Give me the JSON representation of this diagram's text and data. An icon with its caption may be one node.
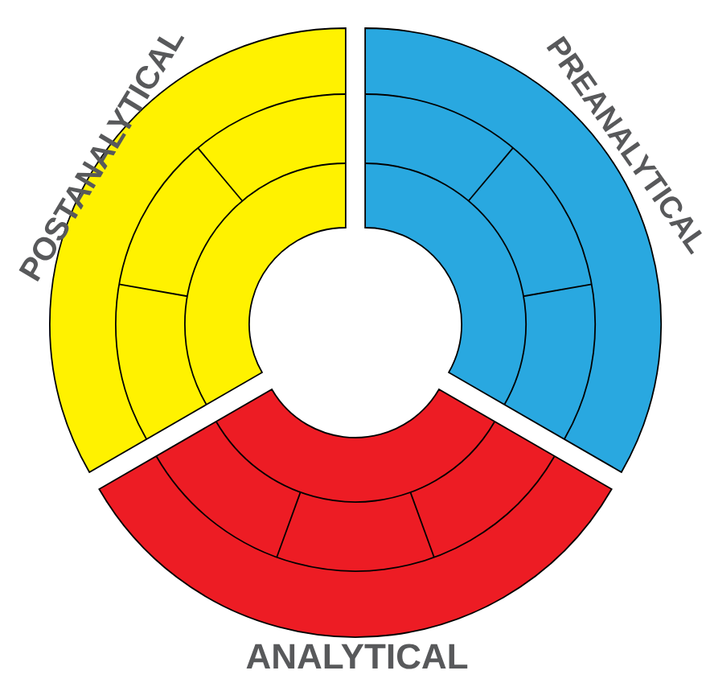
{
  "diagram": {
    "nodes": [
      {
        "text": [
          "POSTANALYTICAL"
        ]
      },
      {
        "text": [
          "PREANALYTICAL"
        ]
      },
      {
        "text": [
          "ANALYTICAL"
        ]
      }
    ]
  }
}
